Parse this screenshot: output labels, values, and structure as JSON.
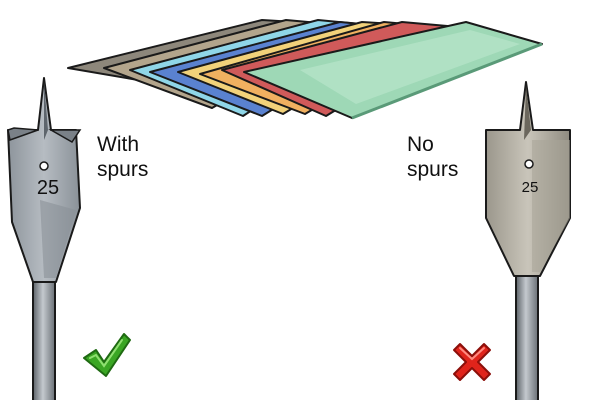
{
  "left_bit": {
    "size_marking": "25",
    "caption_line1": "With",
    "caption_line2": "spurs",
    "verdict_icon": "check-icon",
    "verdict_color": "#3aa623"
  },
  "right_bit": {
    "size_marking": "25",
    "caption_line1": "No",
    "caption_line2": "spurs",
    "verdict_icon": "cross-icon",
    "verdict_color": "#e0241b"
  },
  "sheet_colors": [
    "#8d877b",
    "#b3a58c",
    "#8fd6e8",
    "#5a82d0",
    "#f2d27a",
    "#f0b060",
    "#d05a5a",
    "#9ed8b6"
  ],
  "bit_colors": {
    "left_blade": "#a7adb3",
    "right_blade": "#bcb8ac",
    "shank": "#9aa0a6"
  }
}
